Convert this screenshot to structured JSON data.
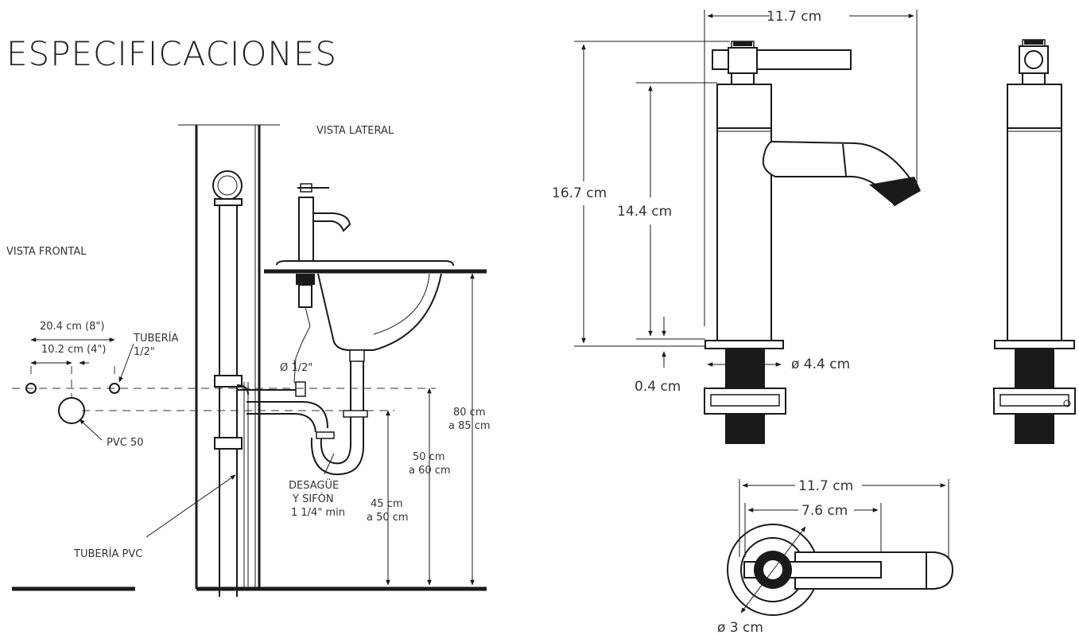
{
  "title": "ESPECIFICACIONES",
  "install": {
    "vista_lateral": "VISTA LATERAL",
    "vista_frontal": "VISTA FRONTAL",
    "dim_20_4": "20.4 cm (8\")",
    "dim_10_2": "10.2 cm (4\")",
    "tuberia_half_1": "TUBERÍA",
    "tuberia_half_2": "1/2\"",
    "pvc50": "PVC 50",
    "phi_half": "Ø 1/2\"",
    "desague_1": "DESAGÜE",
    "desague_2": "Y SIFÓN",
    "desague_3": "1 1/4\" min",
    "tuberia_pvc": "TUBERÍA PVC",
    "h80_1": "80 cm",
    "h80_2": "a 85 cm",
    "h50_1": "50 cm",
    "h50_2": "a 60 cm",
    "h45_1": "45 cm",
    "h45_2": "a 50 cm"
  },
  "faucet": {
    "width_top": "11.7 cm",
    "height_total": "16.7 cm",
    "height_body": "14.4 cm",
    "base_thickness": "0.4 cm",
    "base_diameter": "ø 4.4 cm",
    "top_width": "11.7 cm",
    "top_handle": "7.6 cm",
    "top_diameter": "ø 3 cm"
  }
}
